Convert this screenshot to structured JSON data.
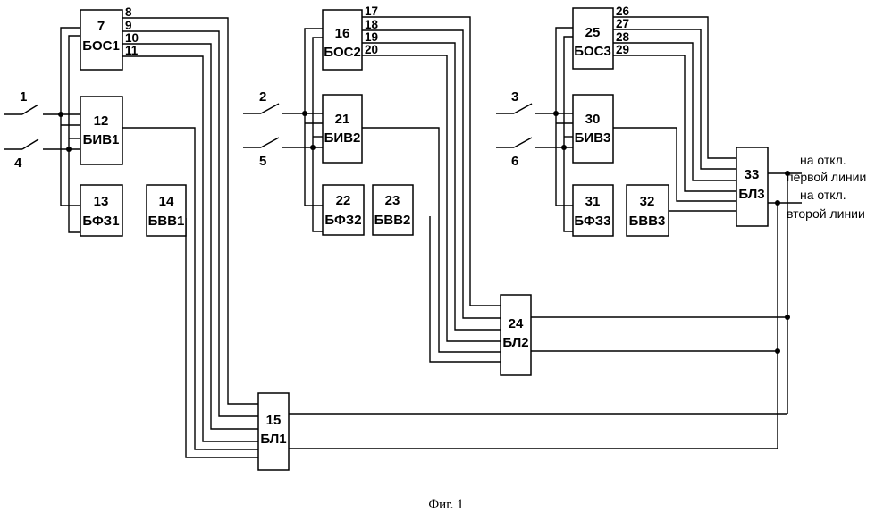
{
  "blocks": [
    {
      "id": "b7",
      "num": "7",
      "name": "БОС1"
    },
    {
      "id": "b12",
      "num": "12",
      "name": "БИВ1"
    },
    {
      "id": "b13",
      "num": "13",
      "name": "БФЗ1"
    },
    {
      "id": "b14",
      "num": "14",
      "name": "БВВ1"
    },
    {
      "id": "b15",
      "num": "15",
      "name": "БЛ1"
    },
    {
      "id": "b16",
      "num": "16",
      "name": "БОС2"
    },
    {
      "id": "b21",
      "num": "21",
      "name": "БИВ2"
    },
    {
      "id": "b22",
      "num": "22",
      "name": "БФЗ2"
    },
    {
      "id": "b23",
      "num": "23",
      "name": "БВВ2"
    },
    {
      "id": "b24",
      "num": "24",
      "name": "БЛ2"
    },
    {
      "id": "b25",
      "num": "25",
      "name": "БОС3"
    },
    {
      "id": "b30",
      "num": "30",
      "name": "БИВ3"
    },
    {
      "id": "b31",
      "num": "31",
      "name": "БФЗ3"
    },
    {
      "id": "b32",
      "num": "32",
      "name": "БВВ3"
    },
    {
      "id": "b33",
      "num": "33",
      "name": "БЛ3"
    }
  ],
  "output_pins": {
    "bos1": [
      "8",
      "9",
      "10",
      "11"
    ],
    "bos2": [
      "17",
      "18",
      "19",
      "20"
    ],
    "bos3": [
      "26",
      "27",
      "28",
      "29"
    ]
  },
  "inputs": {
    "s1": "1",
    "s4": "4",
    "s2": "2",
    "s5": "5",
    "s3": "3",
    "s6": "6"
  },
  "outputs": {
    "line1_a": "на откл.",
    "line1_b": "первой линии",
    "line2_a": "на откл.",
    "line2_b": "второй линии"
  },
  "caption": "Фиг. 1"
}
